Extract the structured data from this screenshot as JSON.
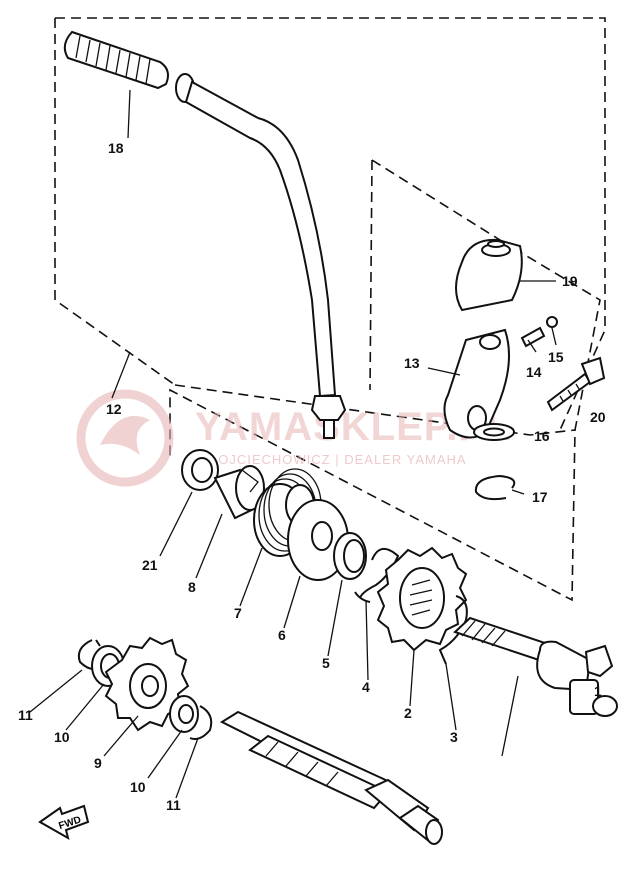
{
  "watermark": {
    "brand": "YAMASKLEP.PL",
    "subtitle": "ŁOJCIECHOWICZ | DEALER YAMAHA"
  },
  "direction_arrow": {
    "label": "FWD"
  },
  "part_labels": [
    "1",
    "2",
    "3",
    "4",
    "5",
    "6",
    "7",
    "8",
    "9",
    "10",
    "10",
    "11",
    "11",
    "12",
    "13",
    "14",
    "15",
    "16",
    "17",
    "18",
    "19",
    "20",
    "21"
  ],
  "colors": {
    "line": "#111111",
    "watermark": "#e8b4b4",
    "background": "#ffffff"
  }
}
